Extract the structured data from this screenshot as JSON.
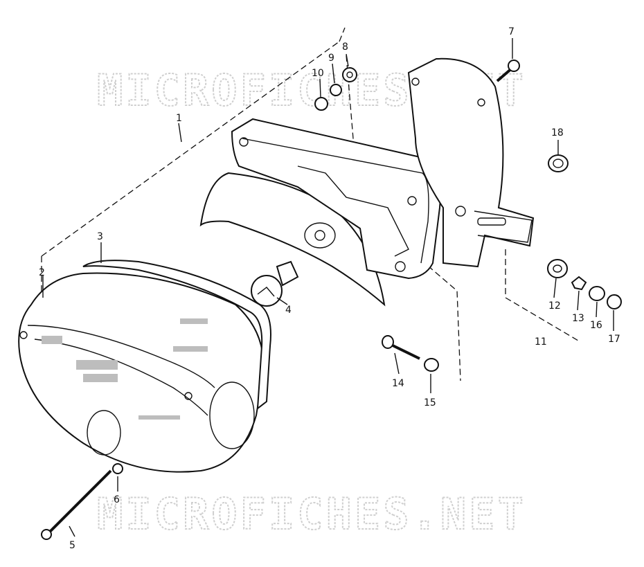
{
  "watermark": {
    "top_text": "MICROFICHES.NET",
    "bottom_text": "MICROFICHES.NET"
  },
  "callouts": [
    "1",
    "2",
    "3",
    "4",
    "5",
    "6",
    "7",
    "8",
    "9",
    "10",
    "11",
    "12",
    "13",
    "14",
    "15",
    "16",
    "17",
    "18"
  ],
  "colors": {
    "ink": "#111111",
    "watermark": "#cfcfcf",
    "background": "#ffffff"
  }
}
